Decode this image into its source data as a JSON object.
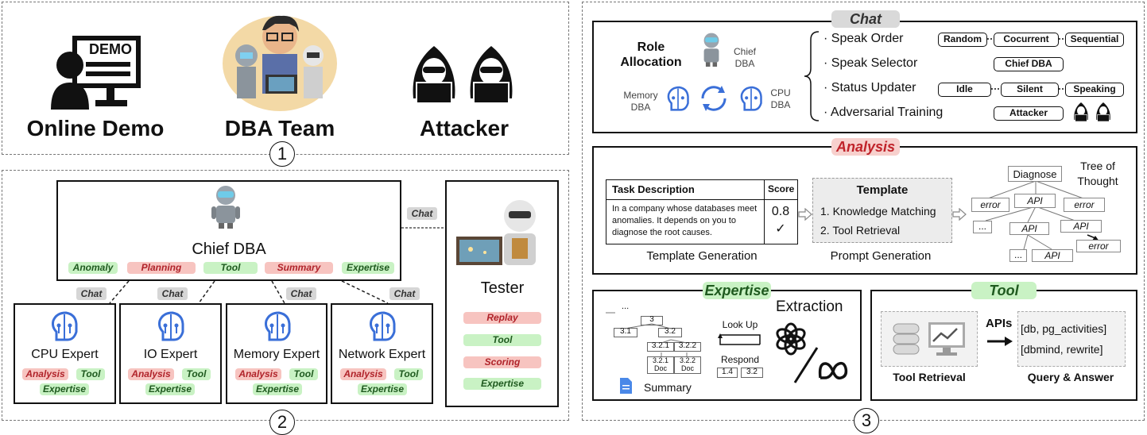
{
  "section1": {
    "number": "1",
    "online_demo": "Online Demo",
    "demo_screen": "DEMO",
    "dba_team": "DBA Team",
    "attacker": "Attacker"
  },
  "section2": {
    "number": "2",
    "chief_dba": "Chief DBA",
    "chief_tags": [
      "Anomaly",
      "Planning",
      "Tool",
      "Summary",
      "Expertise"
    ],
    "chat_label": "Chat",
    "tester": "Tester",
    "tester_tags": [
      "Replay",
      "Tool",
      "Scoring",
      "Expertise"
    ],
    "experts": [
      {
        "name": "CPU Expert"
      },
      {
        "name": "IO Expert"
      },
      {
        "name": "Memory Expert"
      },
      {
        "name": "Network Expert"
      }
    ],
    "expert_tags": [
      "Analysis",
      "Tool",
      "Expertise"
    ]
  },
  "section3": {
    "number": "3",
    "chat": {
      "header": "Chat",
      "role_allocation": "Role\nAllocation",
      "chief_dba": "Chief\nDBA",
      "memory_dba": "Memory\nDBA",
      "cpu_dba": "CPU\nDBA",
      "rows": [
        {
          "label": "· Speak Order",
          "pills": [
            "Random",
            "Cocurrent",
            "Sequential"
          ]
        },
        {
          "label": "· Speak Selector",
          "pills": [
            "Chief DBA"
          ]
        },
        {
          "label": "· Status Updater",
          "pills": [
            "Idle",
            "Silent",
            "Speaking"
          ]
        },
        {
          "label": "· Adversarial Training",
          "pills": [
            "Attacker"
          ]
        }
      ]
    },
    "analysis": {
      "header": "Analysis",
      "table_head_desc": "Task Description",
      "table_head_score": "Score",
      "table_desc": "In a company whose databases meet anomalies. It depends on you to diagnose the root causes.",
      "table_score": "0.8",
      "table_check": "✓",
      "template_gen": "Template Generation",
      "template_title": "Template",
      "template_items": [
        "1. Knowledge Matching",
        "2. Tool Retrieval"
      ],
      "prompt_gen": "Prompt Generation",
      "tree_title": "Tree of\nThought",
      "tree_nodes": {
        "diagnose": "Diagnose",
        "api": "API",
        "error": "error",
        "dots": "..."
      }
    },
    "expertise": {
      "header": "Expertise",
      "extraction": "Extraction",
      "look_up": "Look Up",
      "respond": "Respond",
      "summary": "Summary",
      "tree_nodes": [
        "3",
        "3.1",
        "3.2",
        "3.2.1",
        "3.2.2",
        "3.2.1\nDoc",
        "3.2.2\nDoc"
      ],
      "respond_nodes": [
        "1.4",
        "3.2"
      ],
      "dots": "..."
    },
    "tool": {
      "header": "Tool",
      "apis": "APIs",
      "tool_retrieval": "Tool Retrieval",
      "query_answer": "Query & Answer",
      "results": [
        "[db, pg_activities]",
        "[dbmind, rewrite]"
      ]
    }
  },
  "colors": {
    "green_tag": "#c9f2c4",
    "red_tag": "#f7c4c0",
    "chat_tag": "#d6d6d6",
    "robot_blue": "#3a6fd8"
  }
}
